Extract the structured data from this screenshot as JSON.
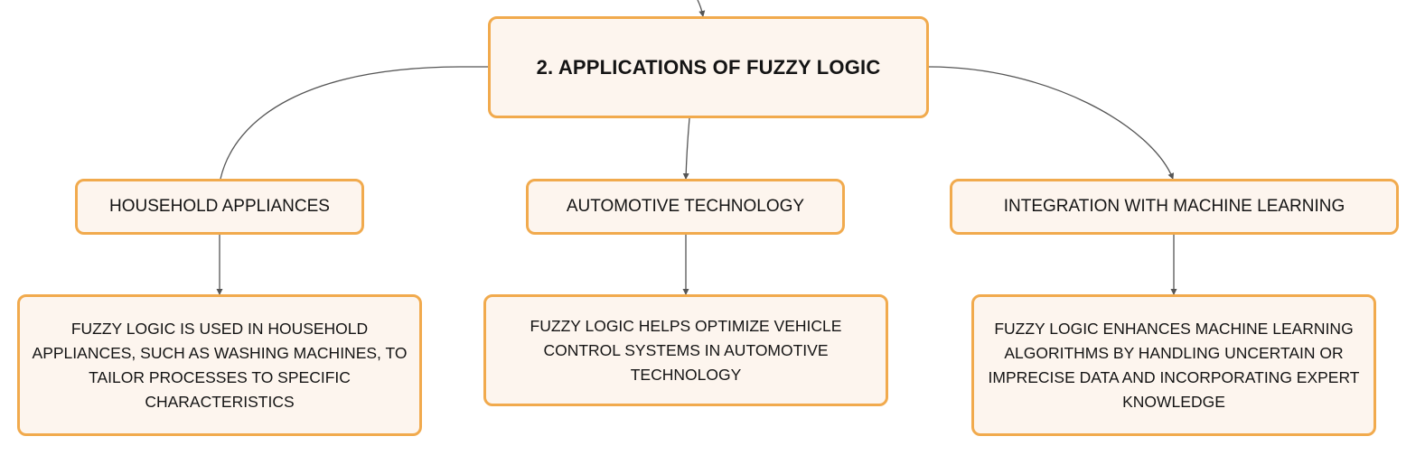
{
  "root": {
    "title": "2. APPLICATIONS OF FUZZY LOGIC"
  },
  "branches": [
    {
      "label": "HOUSEHOLD APPLIANCES",
      "detail": "FUZZY LOGIC IS USED IN HOUSEHOLD APPLIANCES, SUCH AS WASHING MACHINES, TO TAILOR PROCESSES TO SPECIFIC CHARACTERISTICS"
    },
    {
      "label": "AUTOMOTIVE TECHNOLOGY",
      "detail": "FUZZY LOGIC HELPS OPTIMIZE VEHICLE CONTROL SYSTEMS IN AUTOMOTIVE TECHNOLOGY"
    },
    {
      "label": "INTEGRATION WITH MACHINE LEARNING",
      "detail": "FUZZY LOGIC ENHANCES MACHINE LEARNING ALGORITHMS BY HANDLING UNCERTAIN OR IMPRECISE DATA AND INCORPORATING EXPERT KNOWLEDGE"
    }
  ],
  "colors": {
    "node_border": "#f1aa4d",
    "node_fill": "#fdf5ee",
    "connector": "#555555",
    "text": "#141414"
  }
}
